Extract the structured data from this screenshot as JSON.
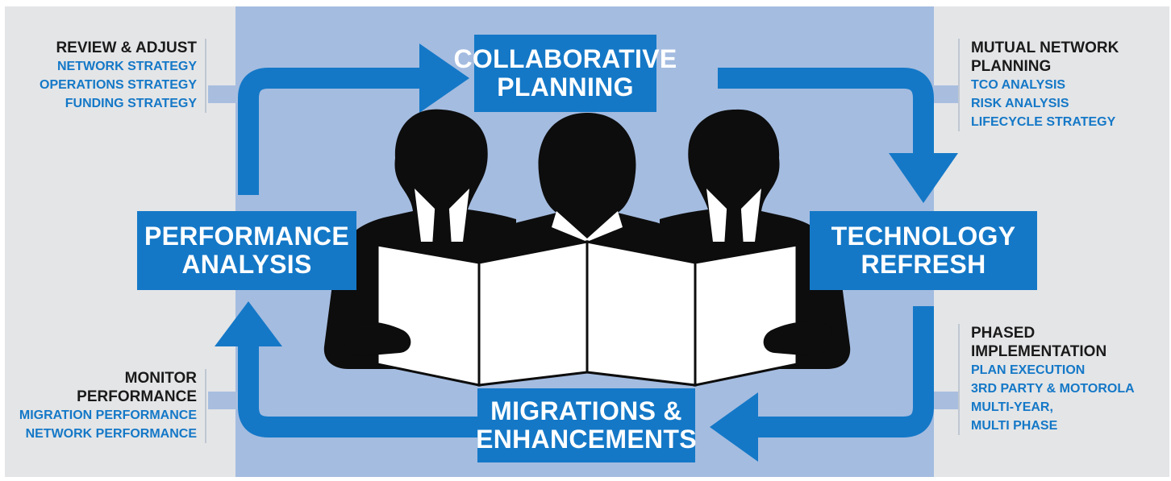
{
  "colors": {
    "accent_blue": "#1478c7",
    "center_band": "#a4bce0",
    "side_panels": "#e4e5e7",
    "silhouette": "#0d0d0d",
    "heading_text": "#1a1a1a"
  },
  "boxes": {
    "collaborative": [
      "COLLABORATIVE",
      "PLANNING"
    ],
    "performance": [
      "PERFORMANCE",
      "ANALYSIS"
    ],
    "technology": [
      "TECHNOLOGY",
      "REFRESH"
    ],
    "migrations": [
      "MIGRATIONS &",
      "ENHANCEMENTS"
    ]
  },
  "callouts": {
    "review": {
      "heading": [
        "REVIEW & ADJUST"
      ],
      "items": [
        "NETWORK STRATEGY",
        "OPERATIONS STRATEGY",
        "FUNDING STRATEGY"
      ]
    },
    "monitor": {
      "heading": [
        "MONITOR",
        "PERFORMANCE"
      ],
      "items": [
        "MIGRATION PERFORMANCE",
        "NETWORK PERFORMANCE"
      ]
    },
    "mutual": {
      "heading": [
        "MUTUAL NETWORK",
        "PLANNING"
      ],
      "items": [
        "TCO ANALYSIS",
        "RISK ANALYSIS",
        "LIFECYCLE STRATEGY"
      ]
    },
    "phased": {
      "heading": [
        "PHASED",
        "IMPLEMENTATION"
      ],
      "items": [
        "PLAN EXECUTION",
        "3RD PARTY & MOTOROLA",
        "MULTI-YEAR,",
        "MULTI PHASE"
      ]
    }
  },
  "icons": {
    "people": "three-business-people-silhouette-icon",
    "document": "open-folded-document-icon"
  }
}
